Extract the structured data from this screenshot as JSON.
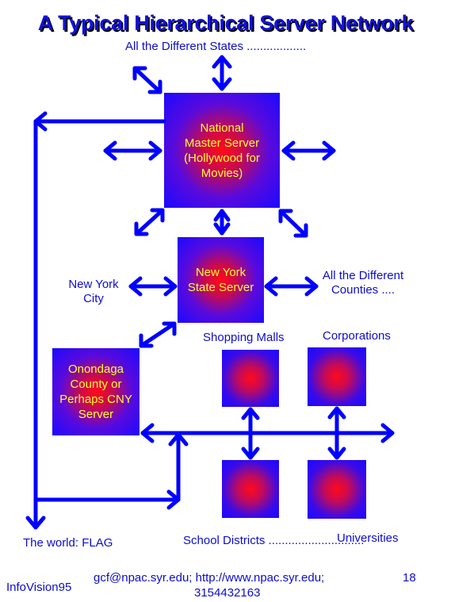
{
  "title": "A Typical Hierarchical Server Network",
  "labels": {
    "states": "All the Different States ..................",
    "new_york_city": [
      "New York",
      "City"
    ],
    "counties": [
      "All the Different",
      "Counties ...."
    ],
    "shopping_malls": "Shopping Malls",
    "corporations": "Corporations",
    "school_districts": "School Districts .............................",
    "universities": "Universities",
    "world": "The world: FLAG"
  },
  "nodes": {
    "national": [
      "National",
      "Master Server",
      "(Hollywood for",
      "Movies)"
    ],
    "state": [
      "New York",
      "State Server"
    ],
    "county": [
      "Onondaga",
      "County or",
      "Perhaps CNY",
      "Server"
    ]
  },
  "footer": {
    "left": "InfoVision95",
    "center_line1": "gcf@npac.syr.edu; http://www.npac.syr.edu;",
    "center_line2": "3154432163",
    "page": "18"
  },
  "colors": {
    "arrow": "#0000ff",
    "label_text": "#0d0dcc",
    "box_text": "#ffff33"
  }
}
